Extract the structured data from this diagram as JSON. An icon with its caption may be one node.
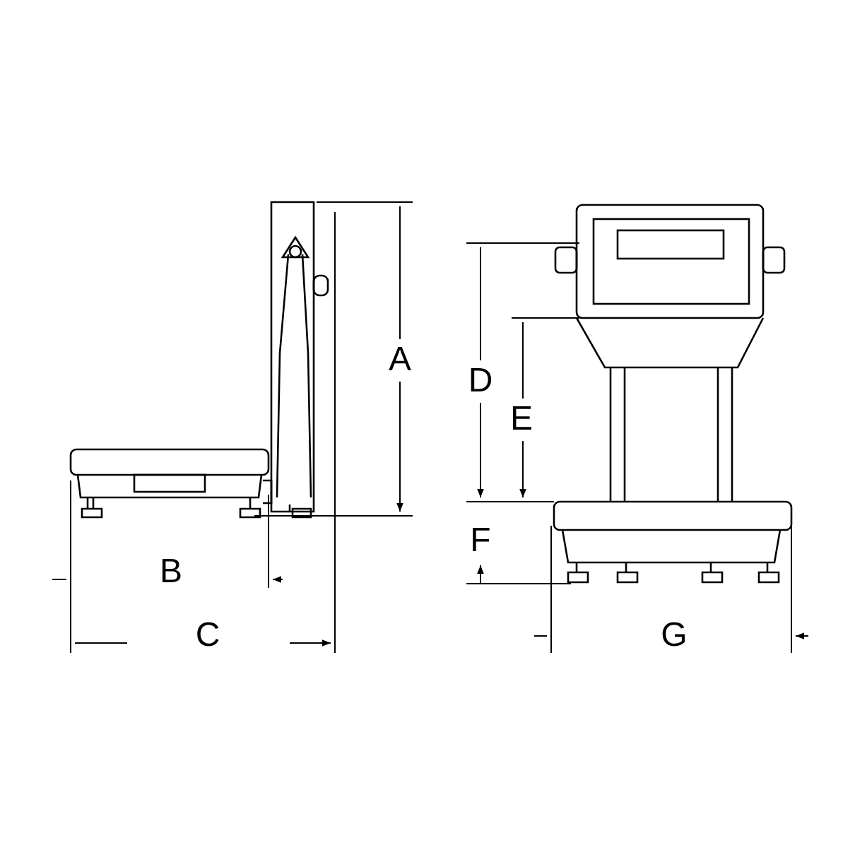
{
  "diagram": {
    "labels": [
      "A",
      "D",
      "E",
      "F",
      "B",
      "C",
      "G"
    ]
  }
}
